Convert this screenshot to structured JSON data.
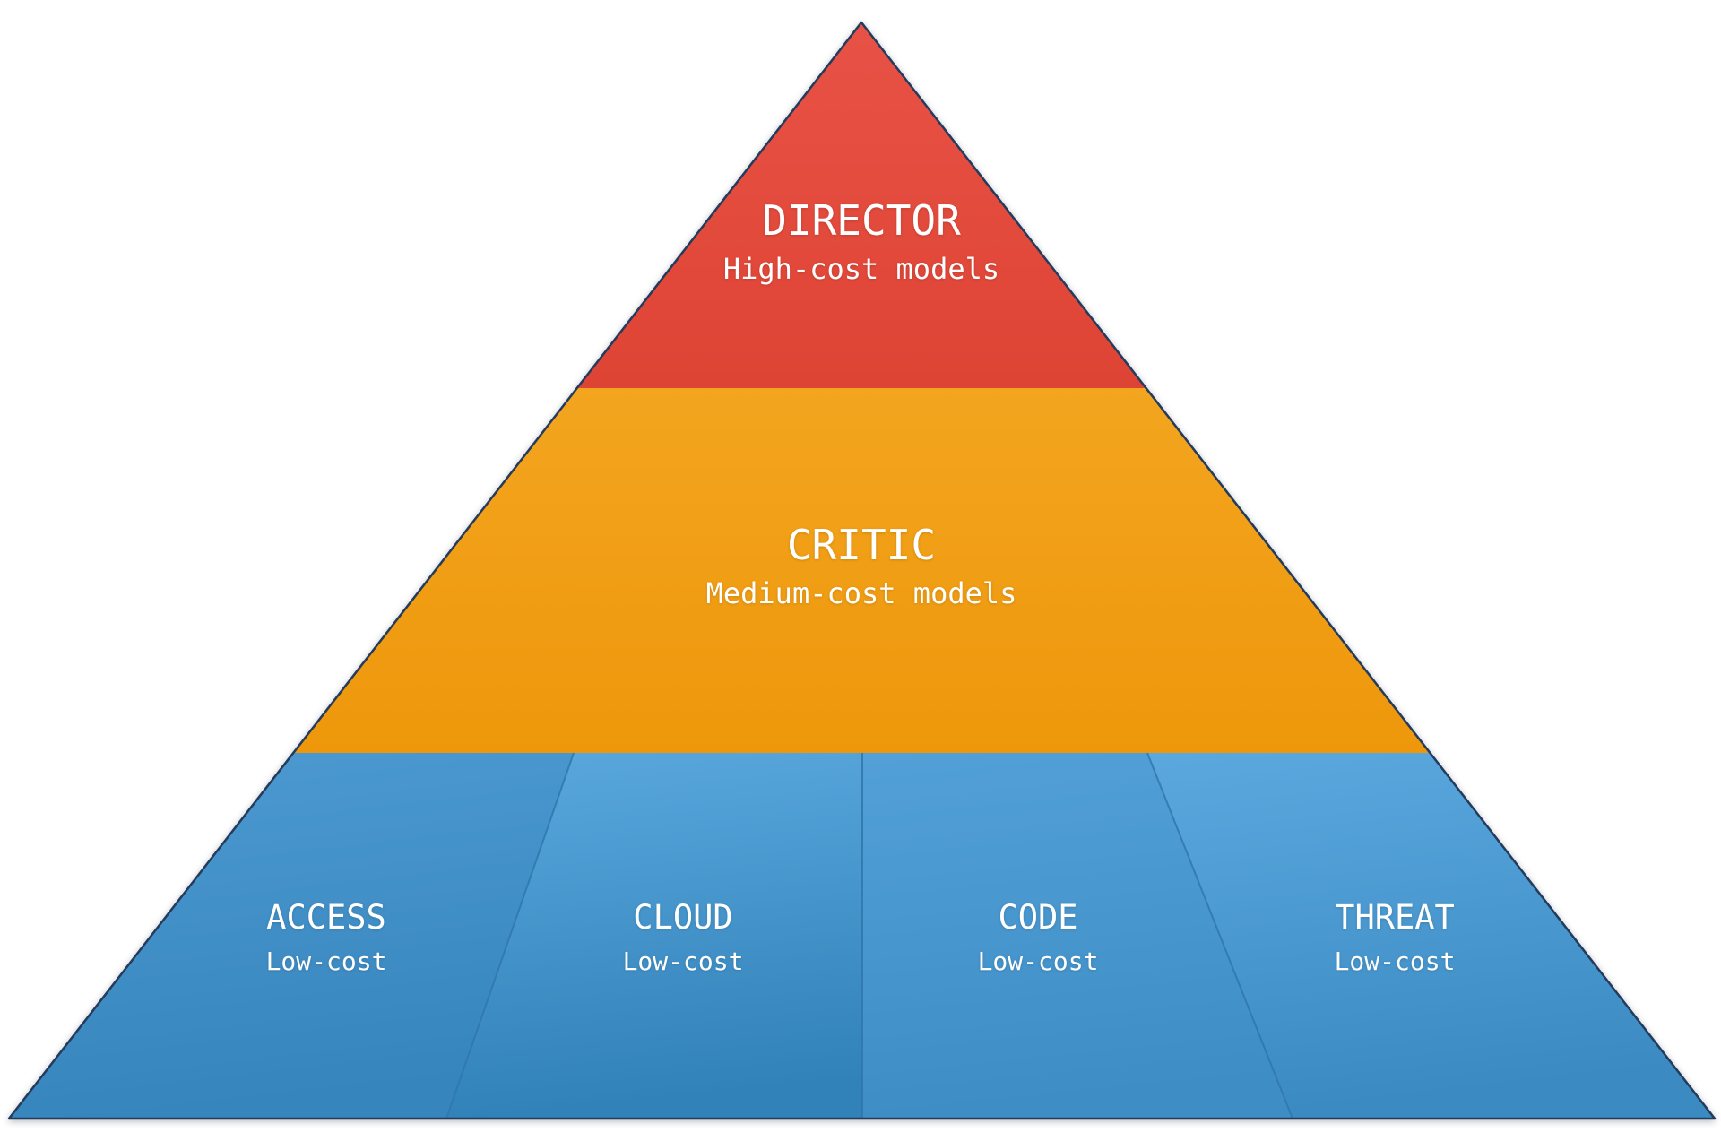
{
  "pyramid": {
    "top": {
      "id": "director",
      "label": "DIRECTOR",
      "sublabel": "High-cost models",
      "fill_top": "#e85246",
      "fill_bottom": "#de4434"
    },
    "middle": {
      "id": "critic",
      "label": "CRITIC",
      "sublabel": "Medium-cost models",
      "fill_top": "#f3a51f",
      "fill_bottom": "#ee970b"
    },
    "bottom": {
      "sections": [
        {
          "id": "access",
          "label": "ACCESS",
          "sublabel": "Low-cost",
          "fill_top": "#4c9ad1",
          "fill_bottom": "#3785bd"
        },
        {
          "id": "cloud",
          "label": "CLOUD",
          "sublabel": "Low-cost",
          "fill_top": "#59a7dd",
          "fill_bottom": "#3182b9"
        },
        {
          "id": "code",
          "label": "CODE",
          "sublabel": "Low-cost",
          "fill_top": "#52a0d7",
          "fill_bottom": "#3e8dc5"
        },
        {
          "id": "threat",
          "label": "THREAT",
          "sublabel": "Low-cost",
          "fill_top": "#5aa8de",
          "fill_bottom": "#3b8ac2"
        }
      ]
    },
    "colors": {
      "outline": "#243b5c",
      "divider": "#2f77ac",
      "text": "#ffffff"
    }
  }
}
